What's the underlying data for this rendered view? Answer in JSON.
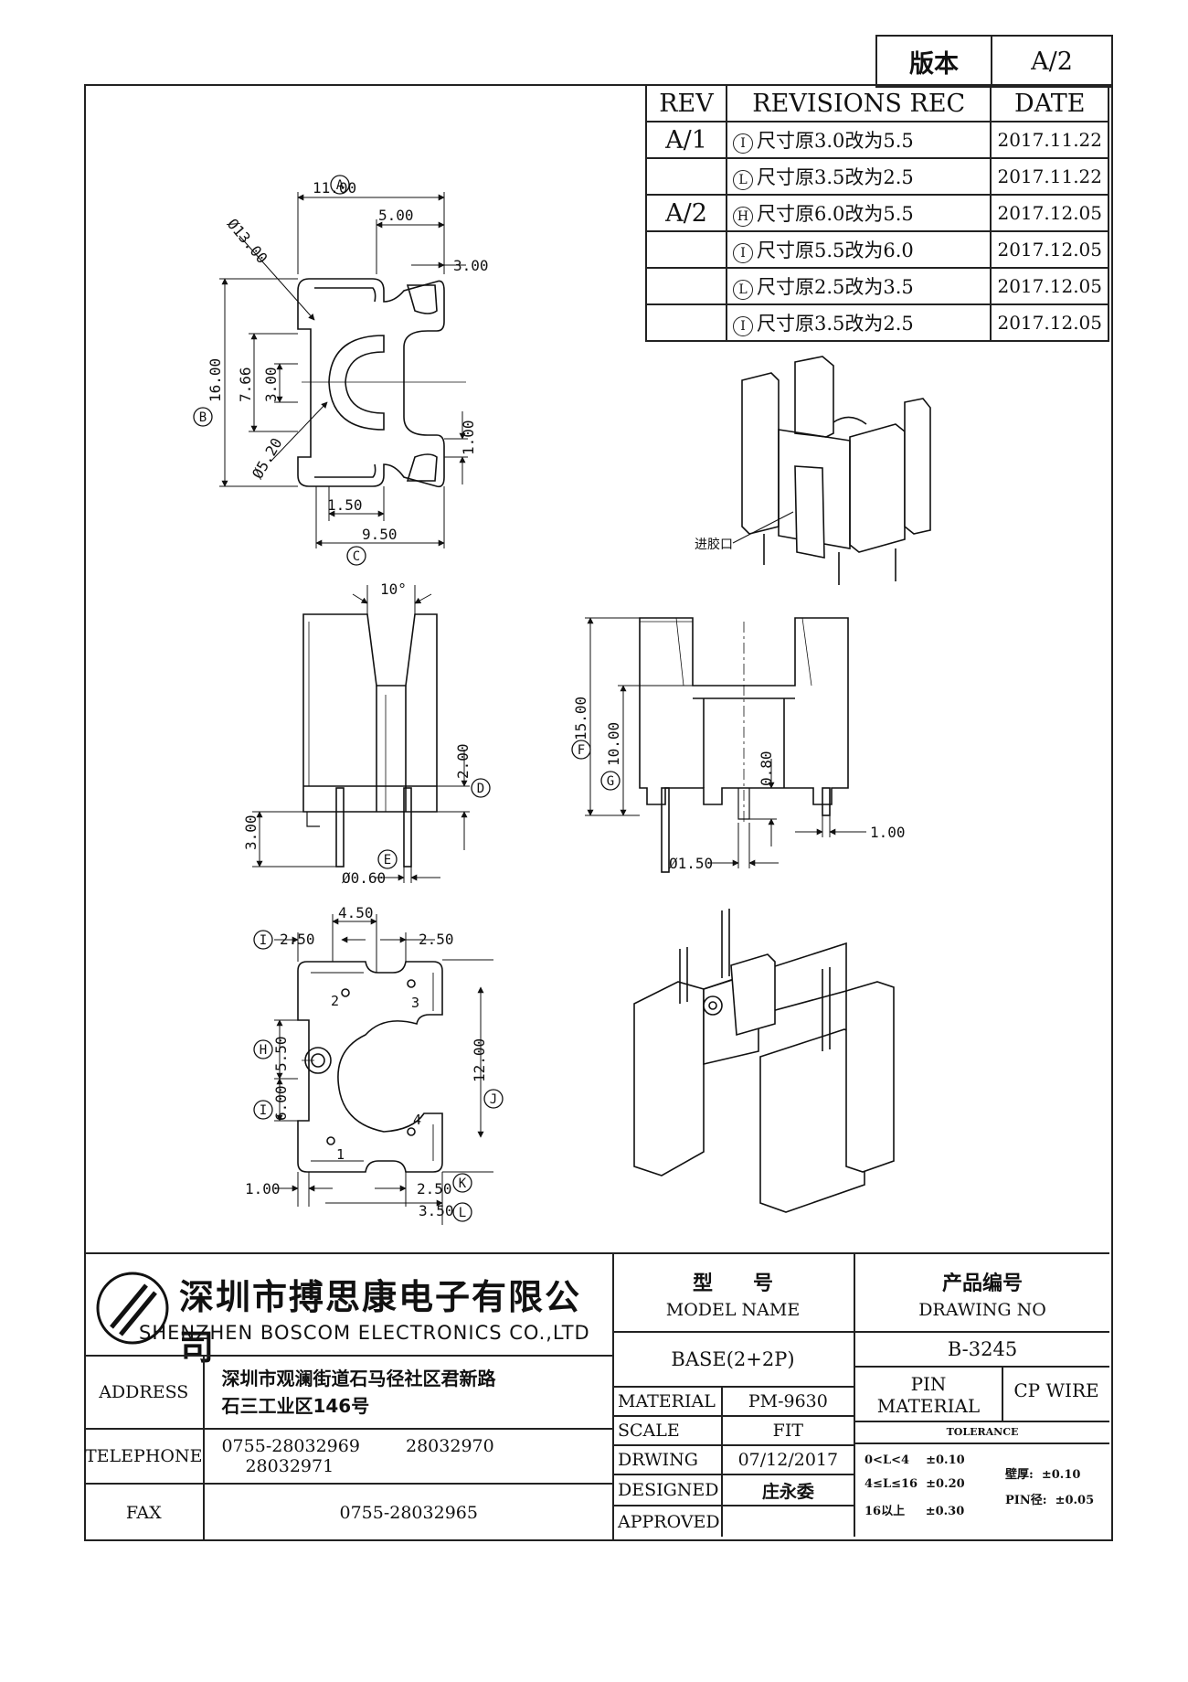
{
  "version_box": {
    "label": "版本",
    "value": "A/2"
  },
  "revisions": {
    "headers": [
      "REV",
      "REVISIONS REC",
      "DATE"
    ],
    "rows": [
      {
        "rev": "A/1",
        "mark": "I",
        "text": "尺寸原3.0改为5.5",
        "date": "2017.11.22"
      },
      {
        "rev": "",
        "mark": "L",
        "text": "尺寸原3.5改为2.5",
        "date": "2017.11.22"
      },
      {
        "rev": "A/2",
        "mark": "H",
        "text": "尺寸原6.0改为5.5",
        "date": "2017.12.05"
      },
      {
        "rev": "",
        "mark": "I",
        "text": "尺寸原5.5改为6.0",
        "date": "2017.12.05"
      },
      {
        "rev": "",
        "mark": "L",
        "text": "尺寸原2.5改为3.5",
        "date": "2017.12.05"
      },
      {
        "rev": "",
        "mark": "I",
        "text": "尺寸原3.5改为2.5",
        "date": "2017.12.05"
      }
    ]
  },
  "top_view": {
    "dims": {
      "a": "11.00",
      "b": "5.00",
      "c": "3.00",
      "d": "Ø13.00",
      "e": "16.00",
      "f": "7.66",
      "g": "3.00",
      "h": "Ø5.20",
      "i": "1.00",
      "j": "1.50",
      "k": "9.50"
    },
    "markers": {
      "a": "A",
      "b": "B",
      "c": "C"
    }
  },
  "front_view": {
    "dims": {
      "angle": "10°",
      "d": "2.00",
      "e": "3.00",
      "pin": "Ø0.60"
    },
    "markers": {
      "d": "D",
      "e": "E"
    }
  },
  "side_view": {
    "dims": {
      "f": "15.00",
      "g": "10.00",
      "h": "0.80",
      "i": "1.00",
      "pin": "Ø1.50"
    },
    "markers": {
      "f": "F",
      "g": "G"
    }
  },
  "bottom_view": {
    "dims": {
      "top": "4.50",
      "left_top": "2.50",
      "right_top": "2.50",
      "h": "5.50",
      "i": "6.00",
      "j": "12.00",
      "left_bottom": "1.00",
      "k": "2.50",
      "l": "3.50"
    },
    "markers": {
      "h": "H",
      "i": "I",
      "j": "J",
      "k": "K",
      "l": "L"
    },
    "pins": [
      "1",
      "2",
      "3",
      "4"
    ]
  },
  "iso_label": "进胶口",
  "title_block": {
    "company_cn": "深圳市搏思康电子有限公司",
    "company_en": "SHENZHEN BOSCOM ELECTRONICS CO.,LTD",
    "address_label": "ADDRESS",
    "address_line1": "深圳市观澜街道石马径社区君新路",
    "address_line2": "石三工业区146号",
    "telephone_label": "TELEPHONE",
    "tel1": "0755-28032969",
    "tel2": "28032970",
    "tel3": "28032971",
    "fax_label": "FAX",
    "fax": "0755-28032965",
    "model_cn": "型　　号",
    "model_en": "MODEL NAME",
    "model_value": "BASE(2+2P)",
    "drawing_cn": "产品编号",
    "drawing_en": "DRAWING NO",
    "drawing_value": "B-3245",
    "material_label": "MATERIAL",
    "material_value": "PM-9630",
    "pin_label": "PIN",
    "pin_material_label": "MATERIAL",
    "pin_material_value": "CP WIRE",
    "scale_label": "SCALE",
    "scale_value": "FIT",
    "tolerance_label": "TOLERANCE",
    "drwing_label": "DRWING",
    "drwing_value": "07/12/2017",
    "designed_label": "DESIGNED",
    "designed_value": "庄永委",
    "approved_label": "APPROVED",
    "tol1": "0<L<4    ±0.10",
    "tol2": "4≤L≤16  ±0.20",
    "tol3": "16以上     ±0.30",
    "tol4": "壁厚:  ±0.10",
    "tol5": "PIN径:  ±0.05"
  }
}
